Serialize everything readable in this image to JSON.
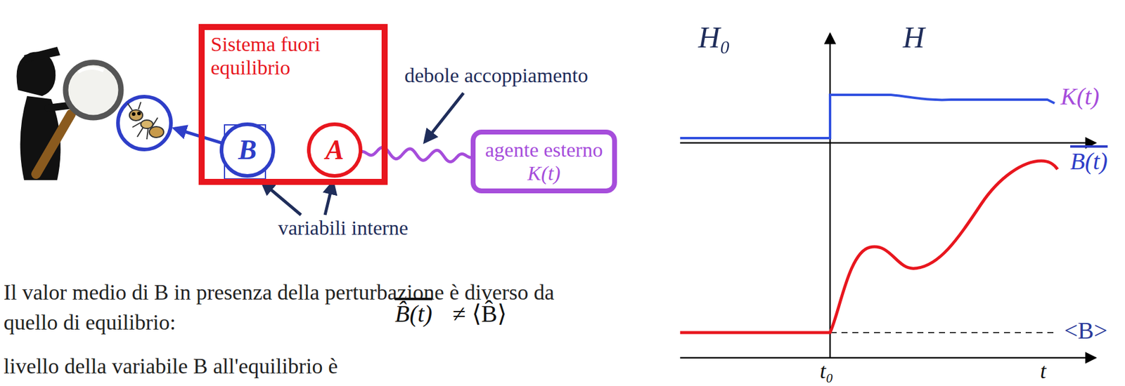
{
  "diagram": {
    "nodes": [
      {
        "text": [
          "Sistema fuori equilibrio"
        ]
      },
      {
        "text": [
          "B"
        ],
        "in": 0
      },
      {
        "text": [
          "A"
        ],
        "in": 0
      },
      {
        "text": [
          "agente esterno",
          "K(t)"
        ]
      }
    ],
    "edges": [
      {
        "from": 2,
        "to": 3,
        "arrow": "none"
      }
    ],
    "labels": [
      "debole accoppiamento",
      "variabili interne",
      "Il valor medio di B in presenza della perturbazione è diverso da quello di equilibrio:",
      "B̂(t)",
      "≠ ⟨B̂⟩",
      "livello della variabile B all'equilibrio è",
      "H₀",
      "H",
      "K(t)",
      "B(t)",
      "<B>",
      "t₀",
      "t"
    ]
  }
}
